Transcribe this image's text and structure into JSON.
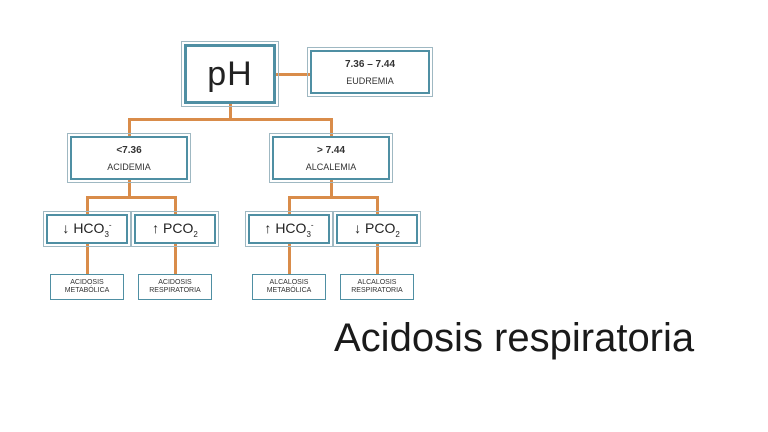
{
  "diagram": {
    "root": {
      "label": "pH"
    },
    "normal": {
      "range": "7.36 – 7.44",
      "label": "EUDREMIA"
    },
    "acid": {
      "range": "<7.36",
      "label": "ACIDEMIA"
    },
    "alca": {
      "range": "> 7.44",
      "label": "ALCALEMIA"
    },
    "mechanisms": [
      {
        "arrow": "↓",
        "name": "HCO",
        "sub": "3",
        "sup": "-"
      },
      {
        "arrow": "↑",
        "name": "PCO",
        "sub": "2",
        "sup": ""
      },
      {
        "arrow": "↑",
        "name": "HCO",
        "sub": "3",
        "sup": "-"
      },
      {
        "arrow": "↓",
        "name": "PCO",
        "sub": "2",
        "sup": ""
      }
    ],
    "outcomes": [
      {
        "line1": "ACIDOSIS",
        "line2": "METABÓLICA"
      },
      {
        "line1": "ACIDOSIS",
        "line2": "RESPIRATORIA"
      },
      {
        "line1": "ALCALOSIS",
        "line2": "METABÓLICA"
      },
      {
        "line1": "ALCALOSIS",
        "line2": "RESPIRATORIA"
      }
    ]
  },
  "slide": {
    "title": "Acidosis respiratoria"
  }
}
